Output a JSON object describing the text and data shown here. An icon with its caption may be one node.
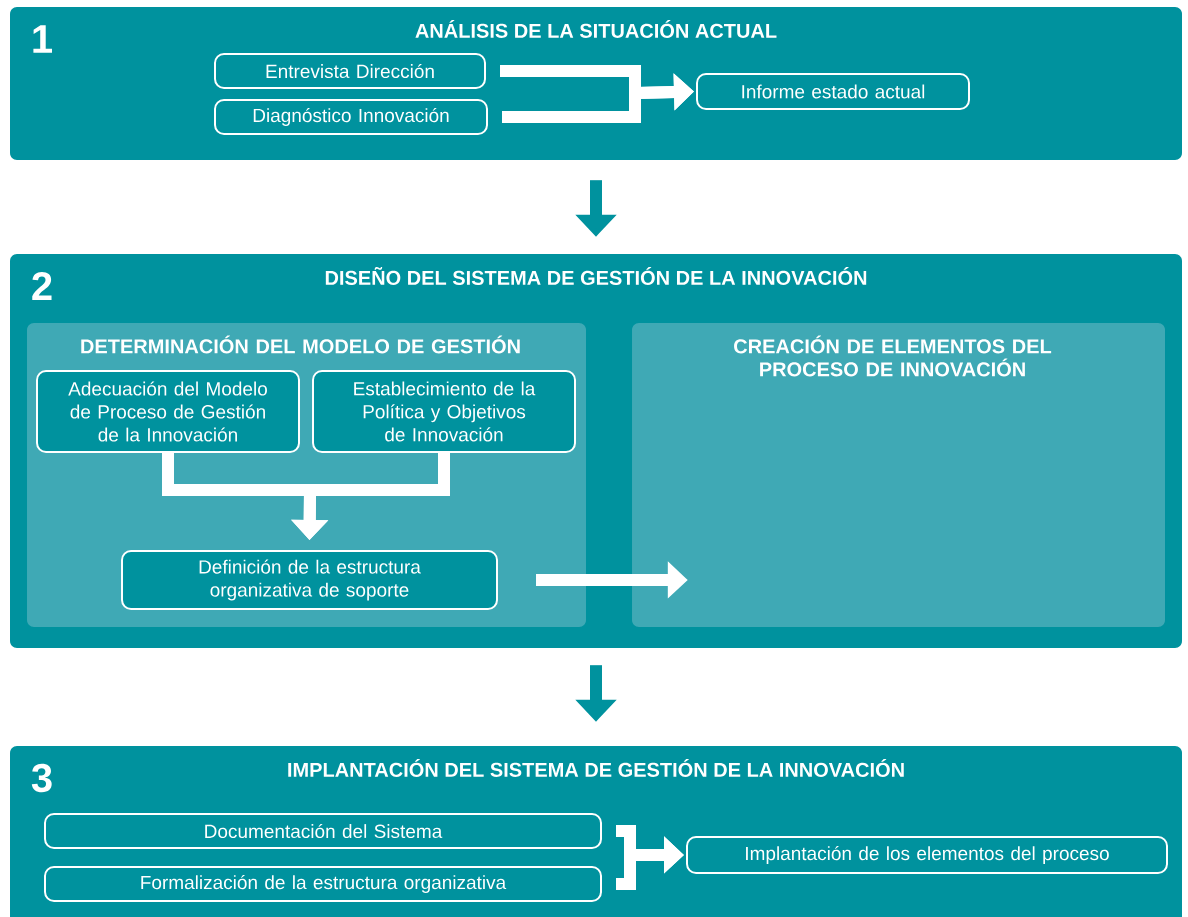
{
  "diagram": {
    "nodes": [
      {
        "text": [
          "1",
          "ANÁLISIS DE LA SITUACIÓN ACTUAL"
        ]
      },
      {
        "text": [
          "Entrevista Dirección"
        ],
        "in": 0
      },
      {
        "text": [
          "Diagnóstico Innovación"
        ],
        "in": 0
      },
      {
        "text": [
          "Informe estado actual"
        ],
        "in": 0
      },
      {
        "text": [
          "2",
          "DISEÑO DEL SISTEMA DE GESTIÓN DE LA INNOVACIÓN"
        ]
      },
      {
        "text": [
          "DETERMINACIÓN DEL MODELO DE GESTIÓN"
        ],
        "in": 4
      },
      {
        "text": [
          "Adecuación del Modelo de Proceso de Gestión de la Innovación"
        ],
        "in": 5
      },
      {
        "text": [
          "Establecimiento de la Política y Objetivos de Innovación"
        ],
        "in": 5
      },
      {
        "text": [
          "Definición de la estructura organizativa de soporte"
        ],
        "in": 5
      },
      {
        "text": [
          "CREACIÓN DE ELEMENTOS DEL PROCESO DE INNOVACIÓN"
        ],
        "in": 4
      },
      {
        "text": [
          "3",
          "IMPLANTACIÓN DEL SISTEMA DE GESTIÓN DE LA INNOVACIÓN"
        ]
      },
      {
        "text": [
          "Documentación del Sistema"
        ],
        "in": 10
      },
      {
        "text": [
          "Formalización de la estructura organizativa"
        ],
        "in": 10
      },
      {
        "text": [
          "Implantación de los elementos del proceso"
        ],
        "in": 10
      }
    ],
    "edges": [
      {
        "from": 1,
        "to": 3,
        "arrow": "to"
      },
      {
        "from": 2,
        "to": 3,
        "arrow": "to"
      },
      {
        "from": 0,
        "to": 4,
        "arrow": "to",
        "color": "#00929e"
      },
      {
        "from": 4,
        "to": 10,
        "arrow": "to",
        "color": "#00929e"
      },
      {
        "from": 6,
        "to": 8,
        "arrow": "to"
      },
      {
        "from": 7,
        "to": 8,
        "arrow": "to"
      },
      {
        "from": 8,
        "to": 9,
        "arrow": "to"
      },
      {
        "from": 11,
        "to": 13,
        "arrow": "to"
      },
      {
        "from": 12,
        "to": 13,
        "arrow": "to"
      }
    ]
  }
}
